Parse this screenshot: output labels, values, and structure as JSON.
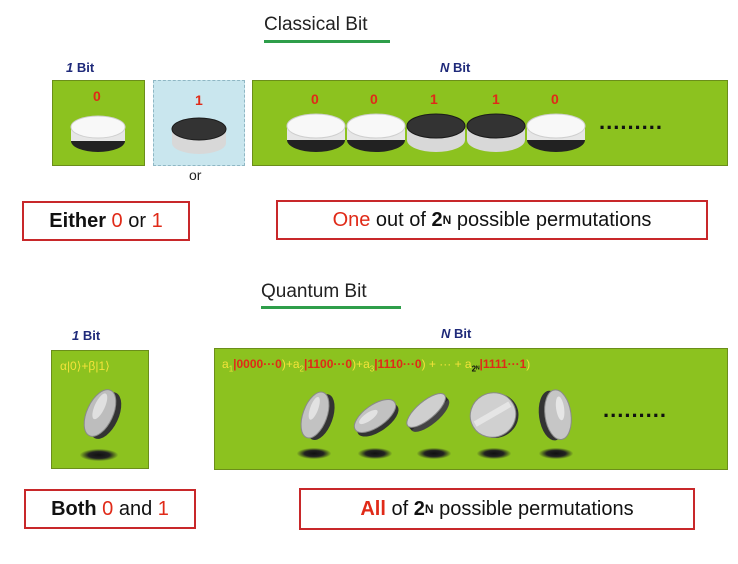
{
  "classical": {
    "title": "Classical Bit",
    "one_bit_label_num": "1",
    "one_bit_label_text": " Bit",
    "n_bit_label_num": "N",
    "n_bit_label_text": " Bit",
    "single_digit_white": "0",
    "single_digit_black": "1",
    "or_text": "or",
    "n_digits": [
      "0",
      "0",
      "1",
      "1",
      "0"
    ],
    "dots": ".........",
    "caption_left": {
      "pre": "Either ",
      "a": "0",
      "mid": " or ",
      "b": "1"
    },
    "caption_right": {
      "a": "One",
      "mid": " out of ",
      "base": "2",
      "sup": "N",
      "post": " possible permutations"
    }
  },
  "quantum": {
    "title": "Quantum Bit",
    "one_bit_label_num": "1",
    "one_bit_label_text": " Bit",
    "n_bit_label_num": "N",
    "n_bit_label_text": " Bit",
    "single_formula": {
      "alpha": "α|0⟩+β|1⟩"
    },
    "n_formula": {
      "t1": "a",
      "s1": "1",
      "k1": "|0000···0",
      "t2": ")+a",
      "s2": "2",
      "k2": "|1100···0",
      "t3": ")+a",
      "s3": "3",
      "k3": "|1110···0",
      "t4": ") + ··· + a",
      "s4": "2ᴺ",
      "k4": "|1111···1",
      "t5": ")"
    },
    "dots": ".........",
    "caption_left": {
      "pre": "Both ",
      "a": "0",
      "mid": " and ",
      "b": "1"
    },
    "caption_right": {
      "a": "All",
      "mid": " of ",
      "base": "2",
      "sup": "N",
      "post": " possible permutations"
    }
  },
  "colors": {
    "panel_green": "#8cc21f",
    "highlight_blue": "#c9e6ee",
    "caption_border": "#c8282a",
    "accent_red": "#e02a18",
    "title_underline": "#2e9e4a"
  }
}
